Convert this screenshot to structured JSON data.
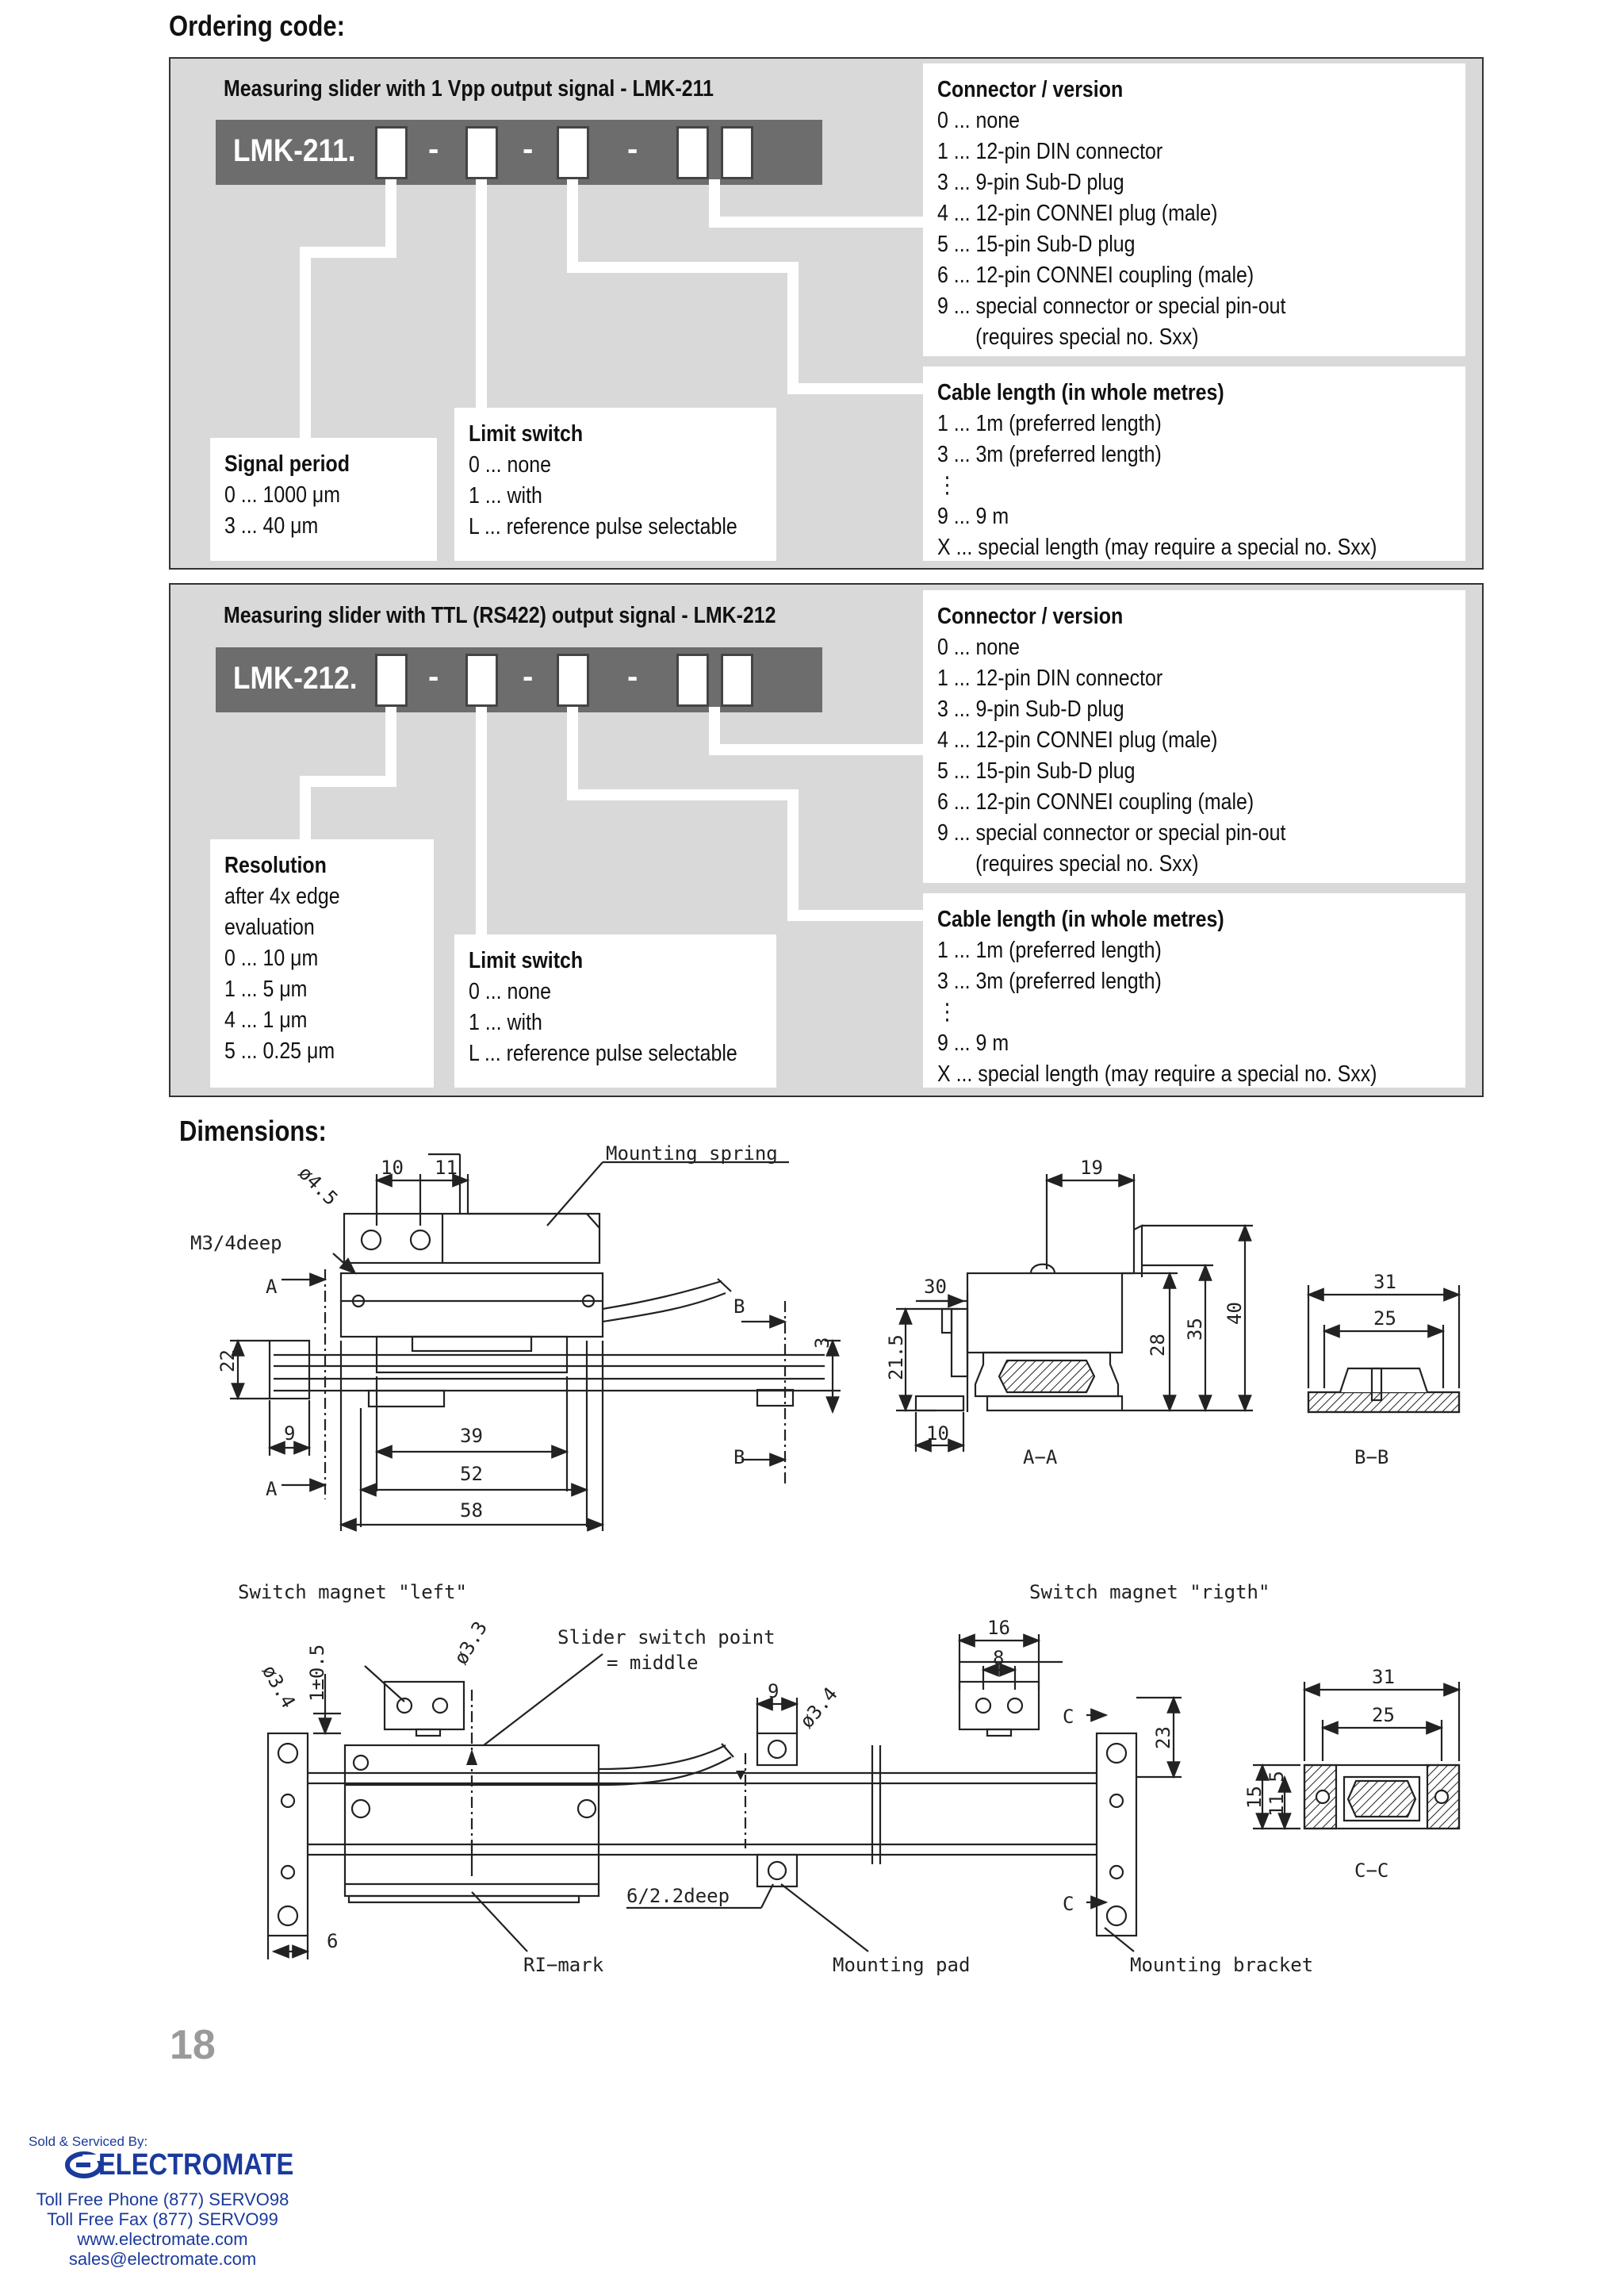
{
  "ordering": {
    "heading": "Ordering code:",
    "lmk211": {
      "title": "Measuring slider with 1 Vpp output signal - LMK-211",
      "code": "LMK-211.",
      "signal": {
        "title": "Signal period",
        "lines": [
          "0 ... 1000 μm",
          "3 ... 40 μm"
        ]
      },
      "limit": {
        "title": "Limit switch",
        "lines": [
          "0 ... none",
          "1 ... with",
          "L ... reference pulse selectable"
        ]
      },
      "connector": {
        "title": "Connector / version",
        "lines": [
          "0 ... none",
          "1 ... 12-pin DIN connector",
          "3 ... 9-pin Sub-D plug",
          "4 ... 12-pin CONNEI plug (male)",
          "5 ... 15-pin Sub-D plug",
          "6 ... 12-pin CONNEI coupling (male)",
          "9 ... special connector or special pin-out"
        ],
        "indent": "(requires special no. Sxx)"
      },
      "cable": {
        "title": "Cable length (in whole metres)",
        "lines": [
          "1 ... 1m (preferred length)",
          "3 ... 3m (preferred length)",
          "⋮",
          "9 ... 9 m",
          "X ... special length (may require a special no. Sxx)"
        ]
      }
    },
    "lmk212": {
      "title": "Measuring slider with TTL (RS422) output signal  - LMK-212",
      "code": "LMK-212.",
      "resolution": {
        "title": "Resolution",
        "lines": [
          "after 4x edge",
          "evaluation",
          "0 ... 10 μm",
          "1 ...   5 μm",
          "4 ...   1 μm",
          "5 ... 0.25 μm"
        ]
      },
      "limit": {
        "title": "Limit switch",
        "lines": [
          "0 ... none",
          "1 ... with",
          "L ... reference pulse selectable"
        ]
      },
      "connector": {
        "title": "Connector / version",
        "lines": [
          "0 ... none",
          "1 ... 12-pin DIN connector",
          "3 ... 9-pin Sub-D plug",
          "4 ... 12-pin CONNEI plug (male)",
          "5 ... 15-pin Sub-D plug",
          "6 ... 12-pin CONNEI coupling (male)",
          "9 ... special connector or special pin-out"
        ],
        "indent": "(requires special no. Sxx)"
      },
      "cable": {
        "title": "Cable length (in whole metres)",
        "lines": [
          "1 ... 1m (preferred length)",
          "3 ... 3m (preferred length)",
          "⋮",
          "9 ... 9 m",
          "X ... special length (may require a special no. Sxx)"
        ]
      }
    },
    "dash": "-"
  },
  "dimensions": {
    "heading": "Dimensions:",
    "labels": {
      "mounting_spring": "Mounting spring",
      "m3": "M3/4deep",
      "phi45": "ø4.5",
      "d10": "10",
      "d11": "11",
      "d22": "22",
      "d3": "3",
      "d9": "9",
      "d39": "39",
      "d52": "52",
      "d58": "58",
      "secA": "A",
      "secB": "B",
      "d19": "19",
      "d30": "30",
      "d215": "21.5",
      "d28": "28",
      "d35": "35",
      "d40": "40",
      "d10b": "10",
      "aa": "A−A",
      "d31": "31",
      "d25": "25",
      "bb": "B−B",
      "switch_left": "Switch magnet \"left\"",
      "switch_right": "Switch magnet \"rigth\"",
      "slider_point": "Slider switch point",
      "middle": "= middle",
      "phi33": "ø3.3",
      "phi34a": "ø3.4",
      "phi34b": "ø3.4",
      "d1": "1±0.5",
      "d16": "16",
      "d8": "8",
      "d9b": "9",
      "d23": "23",
      "deep": "6/2.2deep",
      "d6": "6",
      "ri": "RI−mark",
      "pad": "Mounting pad",
      "bracket": "Mounting bracket",
      "secC": "C",
      "cc": "C−C",
      "d31b": "31",
      "d25b": "25",
      "d15": "15",
      "d115": "11.5"
    }
  },
  "page_number": "18",
  "footer": {
    "sold": "Sold & Serviced By:",
    "brand": "ELECTROMATE",
    "phone": "Toll Free Phone  (877) SERVO98",
    "fax": "Toll Free Fax  (877) SERVO99",
    "web": "www.electromate.com",
    "email": "sales@electromate.com"
  }
}
